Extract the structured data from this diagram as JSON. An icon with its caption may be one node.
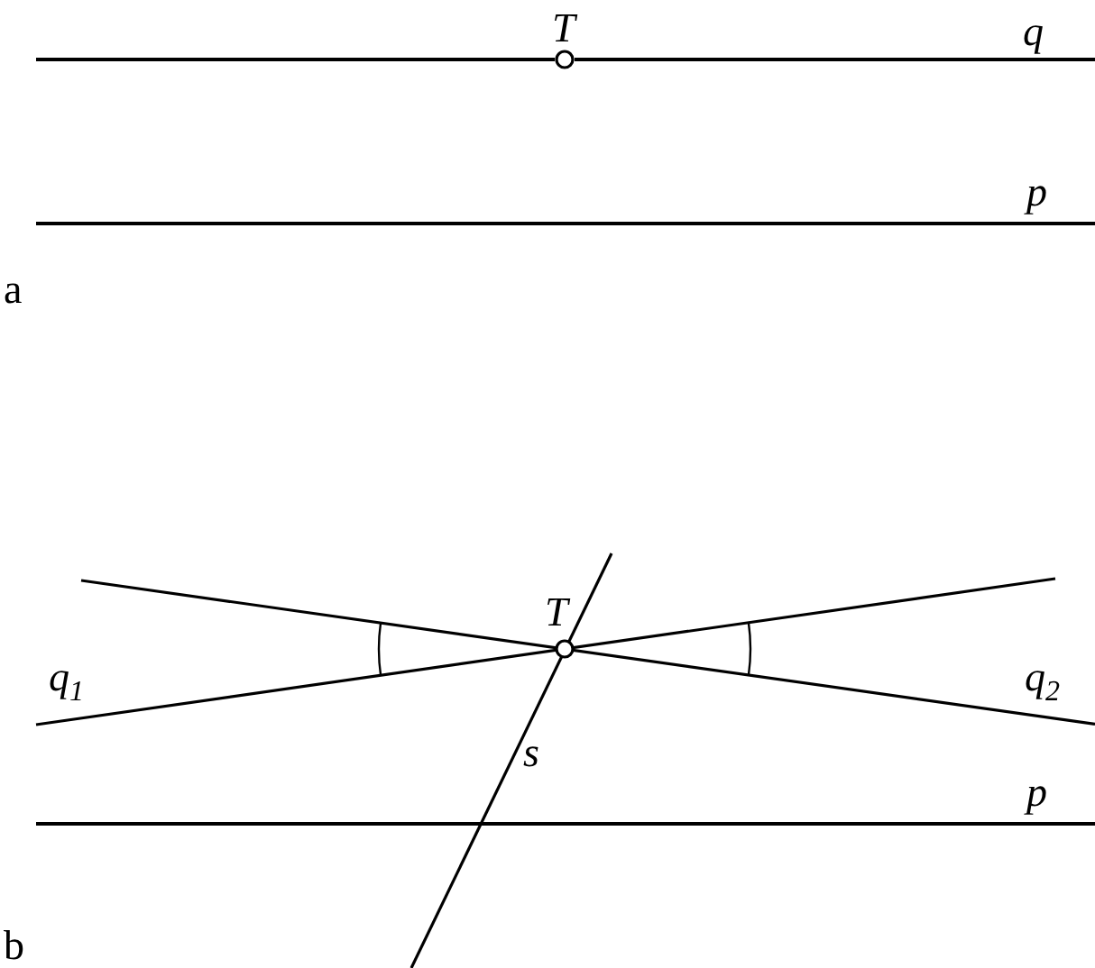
{
  "diagram": {
    "labels": [
      "T",
      "q",
      "p",
      "a",
      "T",
      "q$_{1}$",
      "q$_{2}$",
      "s",
      "p",
      "b"
    ]
  }
}
